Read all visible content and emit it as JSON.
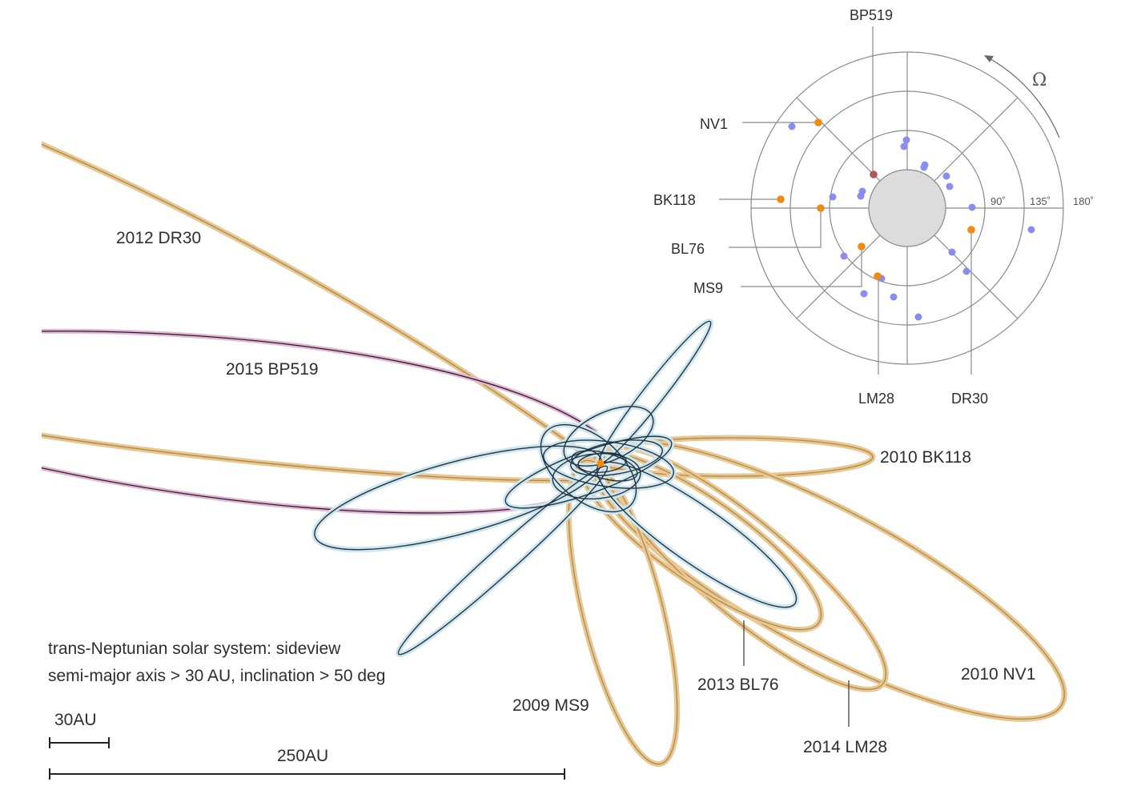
{
  "orbit_labels": {
    "dr30": "2012 DR30",
    "bp519": "2015 BP519",
    "bk118": "2010 BK118",
    "nv1": "2010 NV1",
    "bl76": "2013 BL76",
    "ms9": "2009 MS9",
    "lm28": "2014 LM28"
  },
  "caption": {
    "line1": "trans-Neptunian solar system: sideview",
    "line2": "semi-major axis > 30 AU, inclination > 50 deg"
  },
  "scale_bars": {
    "small": "30AU",
    "large": "250AU"
  },
  "polar_inset": {
    "top_label": "BP519",
    "omega_symbol": "Ω",
    "ring_labels": [
      "90˚",
      "135˚",
      "180˚"
    ],
    "callouts": {
      "nv1": "NV1",
      "bk118": "BK118",
      "bl76": "BL76",
      "ms9": "MS9",
      "lm28": "LM28",
      "dr30": "DR30"
    }
  },
  "colors": {
    "orange_orbit": "#c9a260",
    "pink_orbit": "#b06a9a",
    "blue_orbit": "#2e4a58",
    "blue_glow": "#c6e2ec",
    "orange_point": "#f08a12",
    "blue_point": "#8a8cf0",
    "red_point": "#b05a5a",
    "sun": "#ff8a00"
  }
}
